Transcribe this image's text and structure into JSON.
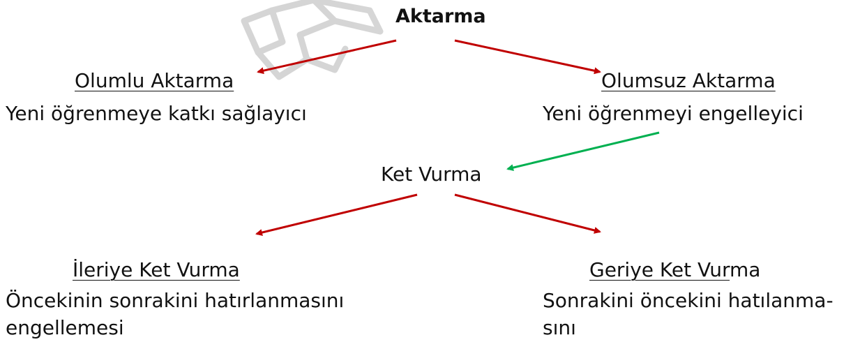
{
  "root": {
    "title": "Aktarma"
  },
  "positive_transfer": {
    "title": "Olumlu Aktarma",
    "description": "Yeni öğrenmeye katkı sağlayıcı"
  },
  "negative_transfer": {
    "title": "Olumsuz Aktarma",
    "description": "Yeni öğrenmeyi engelleyici"
  },
  "interference": {
    "title": "Ket Vurma"
  },
  "proactive_interference": {
    "title": "İleriye Ket Vurma",
    "description_line1": "Öncekinin sonrakini hatırlanmasını",
    "description_line2": "engellemesi"
  },
  "retroactive_interference": {
    "title_underlined": "Geriye Ket Vur",
    "title_rest": "ma",
    "description_line1": "Sonrakini öncekini hatılanma-",
    "description_line2": "sını"
  },
  "colors": {
    "arrow_red": "#c00000",
    "arrow_green": "#00b050",
    "watermark": "#c8c8c8"
  }
}
